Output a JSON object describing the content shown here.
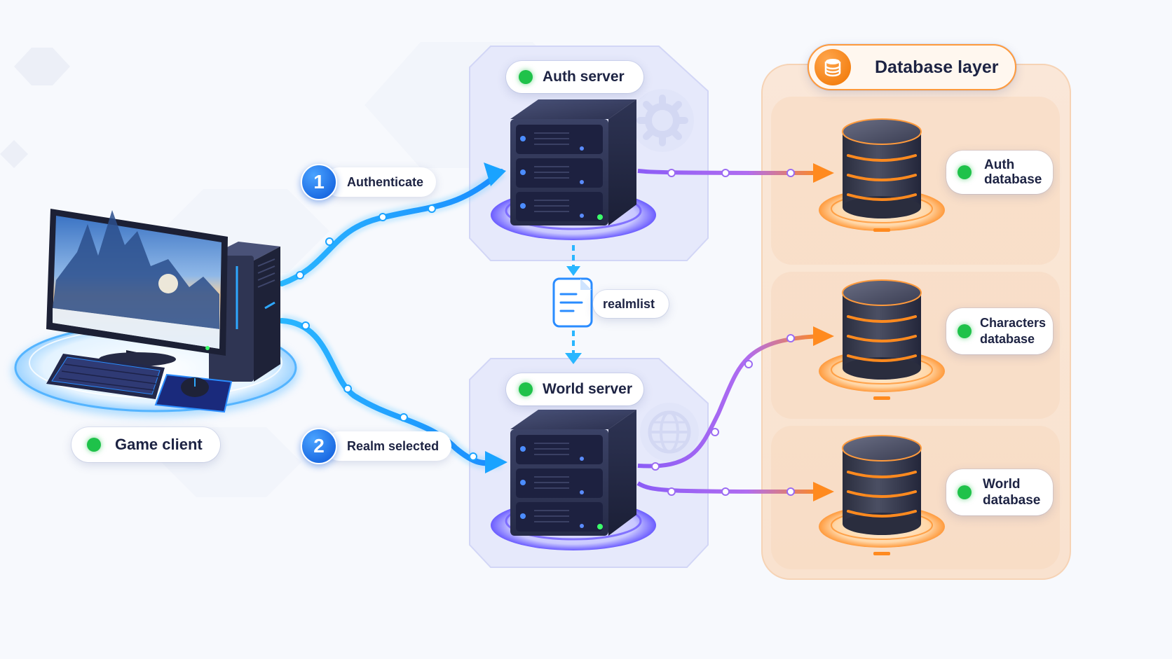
{
  "client": {
    "label": "Game client"
  },
  "auth_server": {
    "label": "Auth server"
  },
  "world_server": {
    "label": "World server"
  },
  "realmlist": {
    "label": "realmlist"
  },
  "steps": [
    {
      "number": "1",
      "label": "Authenticate"
    },
    {
      "number": "2",
      "label": "Realm selected"
    }
  ],
  "database_layer": {
    "title": "Database layer",
    "databases": [
      {
        "line1": "Auth",
        "line2": "database"
      },
      {
        "line1": "Characters",
        "line2": "database"
      },
      {
        "line1": "World",
        "line2": "database"
      }
    ]
  },
  "colors": {
    "status_dot": "#1fc24a",
    "client_link": "#1aa3ff",
    "server_link": "#8b5cf6",
    "db_accent": "#ff8a1f",
    "step_badge": "#0a56d8"
  },
  "icons": [
    "gear-icon",
    "globe-icon",
    "document-icon",
    "database-icon"
  ]
}
